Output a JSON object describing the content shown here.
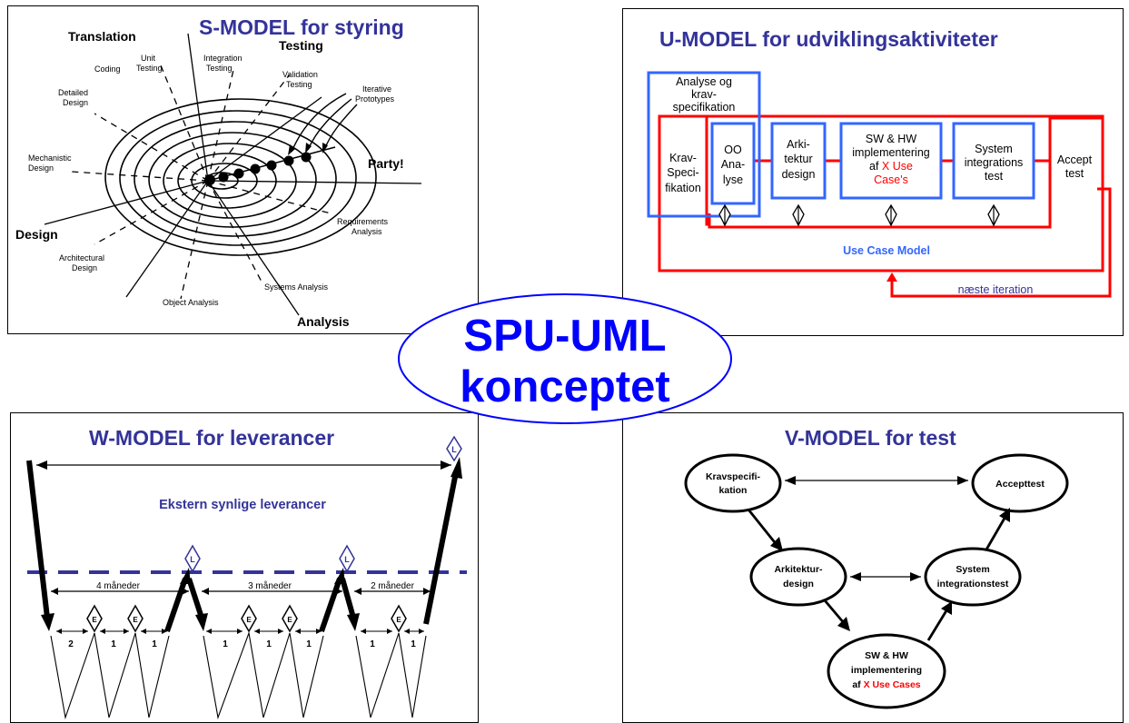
{
  "center": {
    "line1": "SPU-UML",
    "line2": "konceptet"
  },
  "s_model": {
    "title": "S-MODEL for styring",
    "labels": {
      "translation": "Translation",
      "testing": "Testing",
      "design": "Design",
      "analysis": "Analysis",
      "party": "Party!",
      "coding": "Coding",
      "unit_testing": [
        "Unit",
        "Testing"
      ],
      "integration_testing": [
        "Integration",
        "Testing"
      ],
      "validation_testing": [
        "Validation",
        "Testing"
      ],
      "iterative_prototypes": [
        "Iterative",
        "Prototypes"
      ],
      "detailed_design": [
        "Detailed",
        "Design"
      ],
      "mechanistic_design": [
        "Mechanistic",
        "Design"
      ],
      "architectural_design": [
        "Architectural",
        "Design"
      ],
      "object_analysis": "Object Analysis",
      "systems_analysis": "Systems Analysis",
      "requirements_analysis": [
        "Requirements",
        "Analysis"
      ]
    }
  },
  "u_model": {
    "title": "U-MODEL for udviklingsaktiviteter",
    "analyse": [
      "Analyse og",
      "krav-",
      "specifikation"
    ],
    "krav": [
      "Krav-",
      "Speci-",
      "fikation"
    ],
    "oo": [
      "OO",
      "Ana-",
      "lyse"
    ],
    "arki": [
      "Arki-",
      "tektur",
      "design"
    ],
    "sw_line1": "SW & HW",
    "sw_line2": "implementering",
    "sw_line3_prefix": "af ",
    "sw_line3_red": "X Use",
    "sw_line4_red": "Case's",
    "system": [
      "System",
      "integrations",
      "test"
    ],
    "accept": [
      "Accept",
      "test"
    ],
    "use_case_model": "Use Case Model",
    "next_iteration": "næste iteration",
    "colors": {
      "blue": "#3366ff",
      "red": "#ff0000",
      "navy": "#333399"
    }
  },
  "w_model": {
    "title": "W-MODEL for leverancer",
    "external": "Ekstern synlige leverancer",
    "milestone": "L",
    "internal": "E",
    "periods": [
      "4 måneder",
      "3 måneder",
      "2 måneder"
    ],
    "counts": [
      "2",
      "1",
      "1",
      "1",
      "1",
      "1",
      "1",
      "1"
    ]
  },
  "v_model": {
    "title": "V-MODEL for test",
    "krav": [
      "Kravspecifi-",
      "kation"
    ],
    "accept": "Accepttest",
    "arki": [
      "Arkitektur-",
      "design"
    ],
    "system": [
      "System",
      "integrationstest"
    ],
    "sw_line1": "SW & HW",
    "sw_line2": "implementering",
    "sw_line3_prefix": "af ",
    "sw_line3_red": "X Use Cases"
  }
}
